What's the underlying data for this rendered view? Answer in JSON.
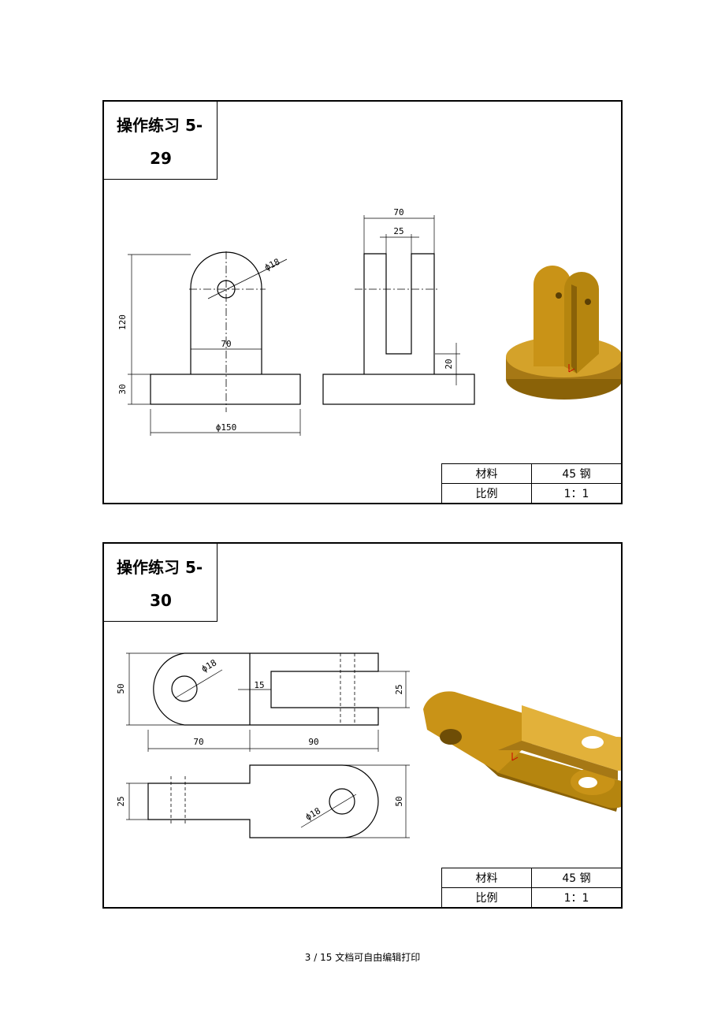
{
  "sheets": [
    {
      "title_line1": "操作练习 5-",
      "title_line2": "29",
      "spec": {
        "material_label": "材料",
        "material_value": "45 钢",
        "scale_label": "比例",
        "scale_value": "1：1"
      },
      "dims": {
        "height_upper": "120",
        "height_base": "30",
        "hole": "ϕ18",
        "upright_width": "70",
        "base_dia": "ϕ150",
        "side_width": "70",
        "slot_width": "25",
        "slot_depth": "20"
      }
    },
    {
      "title_line1": "操作练习 5-",
      "title_line2": "30",
      "spec": {
        "material_label": "材料",
        "material_value": "45 钢",
        "scale_label": "比例",
        "scale_value": "1：1"
      },
      "dims": {
        "height": "50",
        "hole_top": "ϕ18",
        "slot_offset": "15",
        "slot_width": "25",
        "len_left": "70",
        "len_right": "90",
        "height_left_bottom": "25",
        "hole_bottom": "ϕ18",
        "height_right_bottom": "50"
      }
    }
  ],
  "footer": "3 / 15 文档可自由编辑打印",
  "colors": {
    "model": "#c99317",
    "model_dark": "#8a6208",
    "model_light": "#e2b13a"
  }
}
